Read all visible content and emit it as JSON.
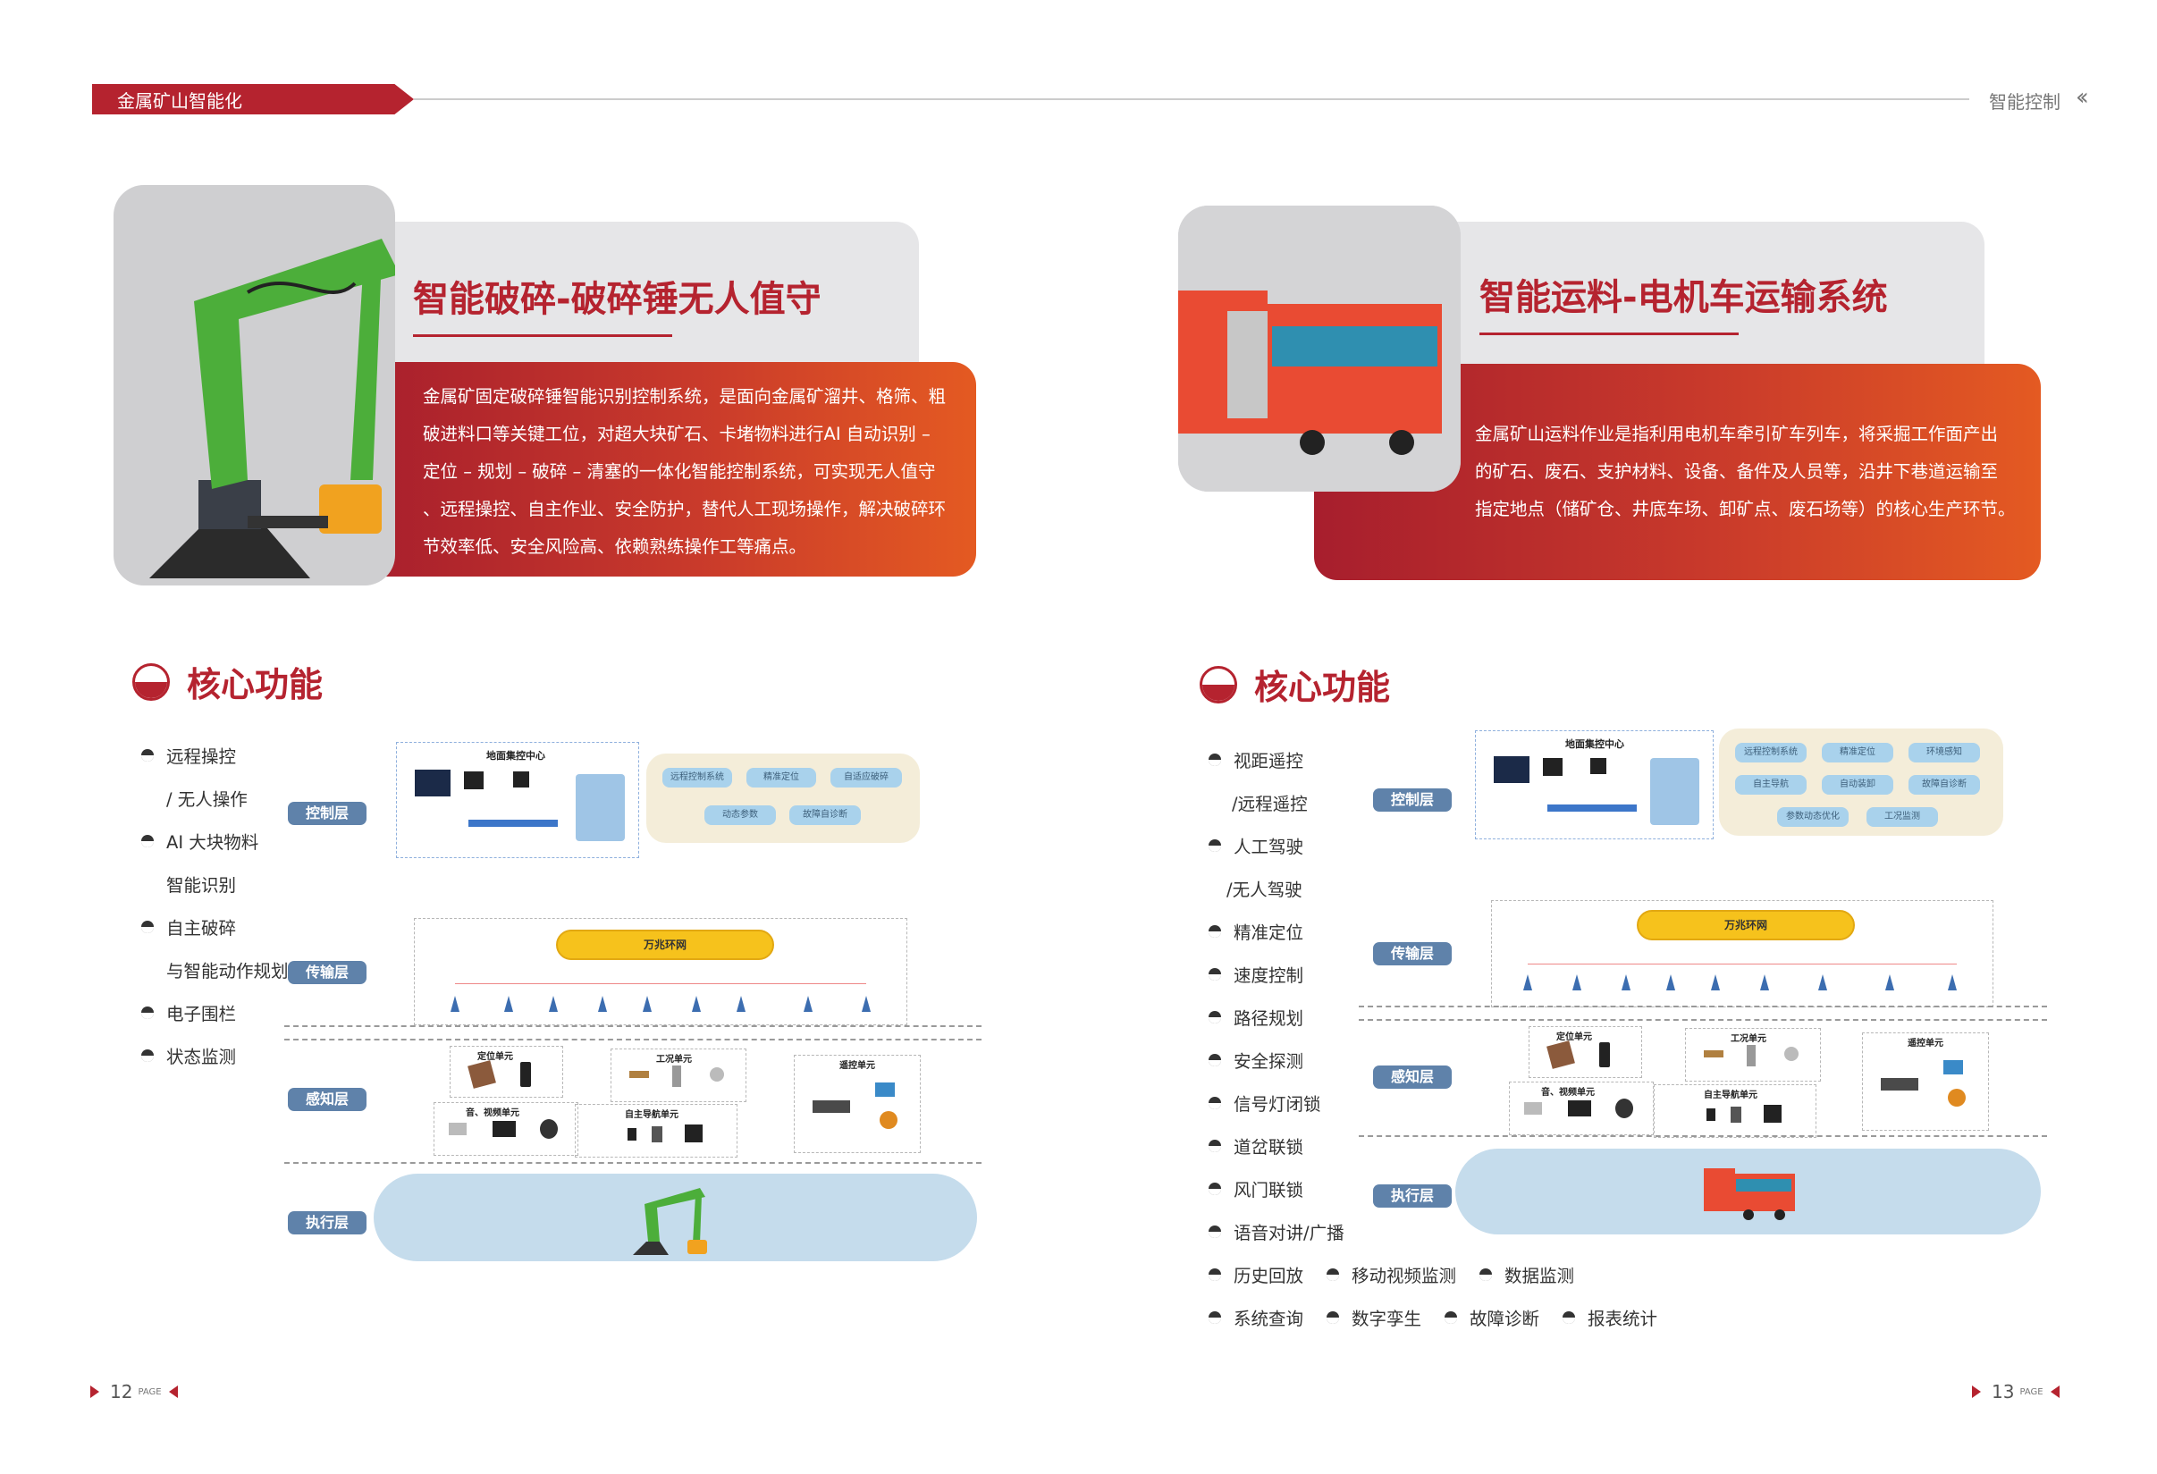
{
  "header": {
    "left_tag": "金属矿山智能化",
    "right_label": "智能控制",
    "right_icon": "double-chevron-left-icon"
  },
  "left": {
    "title": "智能破碎-破碎锤无人值守",
    "desc_lines": [
      "金属矿固定破碎锤智能识别控制系统，是面向金属矿溜井、格筛、粗",
      "破进料口等关键工位，对超大块矿石、卡堵物料进行AI 自动识别 –",
      "定位 – 规划 – 破碎 – 清塞的一体化智能控制系统，可实现无人值守",
      "、远程操控、自主作业、安全防护，替代人工现场操作，解决破碎环",
      "节效率低、安全风险高、依赖熟练操作工等痛点。"
    ],
    "core_title": "核心功能",
    "bullets": [
      {
        "text": "远程操控",
        "cont": "/ 无人操作"
      },
      {
        "text": "AI 大块物料",
        "cont": "智能识别"
      },
      {
        "text": "自主破碎",
        "cont": "与智能动作规划"
      },
      {
        "text": "电子围栏",
        "cont": ""
      },
      {
        "text": "状态监测",
        "cont": ""
      }
    ],
    "page": "12",
    "page_suffix": "PAGE"
  },
  "right": {
    "title": "智能运料-电机车运输系统",
    "desc_lines": [
      "金属矿山运料作业是指利用电机车牵引矿车列车，将采掘工作面产出",
      "的矿石、废石、支护材料、设备、备件及人员等，沿井下巷道运输至",
      "指定地点（储矿仓、井底车场、卸矿点、废石场等）的核心生产环节。"
    ],
    "core_title": "核心功能",
    "bullets": [
      {
        "text": "视距遥控",
        "cont": "/远程遥控"
      },
      {
        "text": "人工驾驶",
        "cont": "/无人驾驶"
      },
      {
        "text": "精准定位",
        "cont": ""
      },
      {
        "text": "速度控制",
        "cont": ""
      },
      {
        "text": "路径规划",
        "cont": ""
      },
      {
        "text": "安全探测",
        "cont": ""
      },
      {
        "text": "信号灯闭锁",
        "cont": ""
      },
      {
        "text": "道岔联锁",
        "cont": ""
      },
      {
        "text": "风门联锁",
        "cont": ""
      },
      {
        "text": "语音对讲/广播",
        "cont": ""
      }
    ],
    "row_bullets_1": [
      "历史回放",
      "移动视频监测",
      "数据监测"
    ],
    "row_bullets_2": [
      "系统查询",
      "数字孪生",
      "故障诊断",
      "报表统计"
    ],
    "page": "13",
    "page_suffix": "PAGE"
  },
  "diagram": {
    "layers": [
      "控制层",
      "传输层",
      "感知层",
      "执行层"
    ],
    "control_center": "地面集控中心",
    "ring_network": "万兆环网",
    "units": {
      "positioning": "定位单元",
      "condition": "工况单元",
      "av": "音、视频单元",
      "navigation": "自主导航单元",
      "remote": "遥控单元"
    },
    "left_pills": [
      "远程控制系统",
      "精准定位",
      "自适应破碎",
      "动态参数",
      "故障自诊断"
    ],
    "right_pills": [
      "远程控制系统",
      "精准定位",
      "环境感知",
      "自主导航",
      "自动装卸",
      "故障自诊断",
      "参数动态优化",
      "工况监测"
    ]
  },
  "colors": {
    "brand_red": "#b5232f",
    "layer_blue": "#5f82aa",
    "beige": "#f4edd9",
    "ellipse_blue": "#c5dcec"
  }
}
